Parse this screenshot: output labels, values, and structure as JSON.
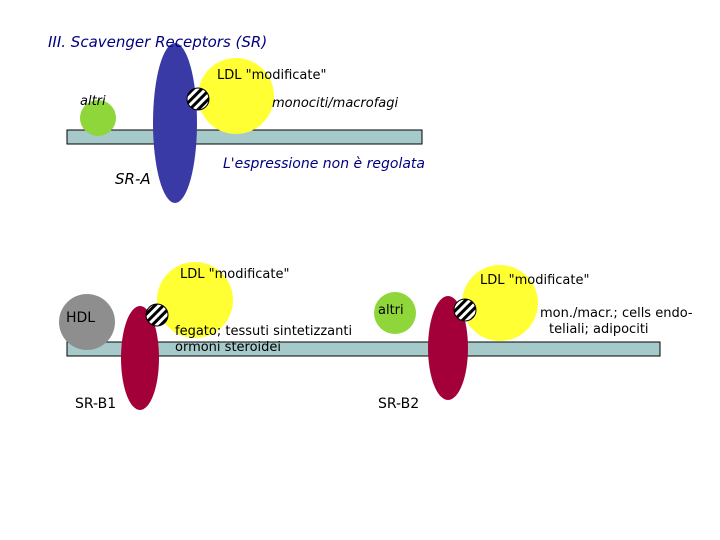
{
  "title": "III. Scavenger Receptors (SR)",
  "sr_a": {
    "ligand": "LDL \"modificate\"",
    "other_ligand": "altri",
    "cells": "monociti/macrofagi",
    "receptor": "SR-A",
    "note": "L'espressione non è regolata"
  },
  "sr_b1": {
    "ligand": "LDL \"modificate\"",
    "other_ligand": "HDL",
    "tissues_line1": "fegato; tessuti sintetizzanti",
    "tissues_line2": "ormoni steroidei",
    "receptor": "SR-B1"
  },
  "sr_b2": {
    "ligand": "LDL \"modificate\"",
    "other_ligand": "altri",
    "cells_line1": "mon./macr.; cells endo-",
    "cells_line2": "teliali; adipociti",
    "receptor": "SR-B2"
  },
  "colors": {
    "membrane": "#a6caca",
    "sr_a_receptor": "#3a3aa6",
    "sr_b_receptor": "#a3003a",
    "ldl": "#ffff33",
    "other_ligand": "#8ed63a",
    "note_text": "#000080"
  }
}
